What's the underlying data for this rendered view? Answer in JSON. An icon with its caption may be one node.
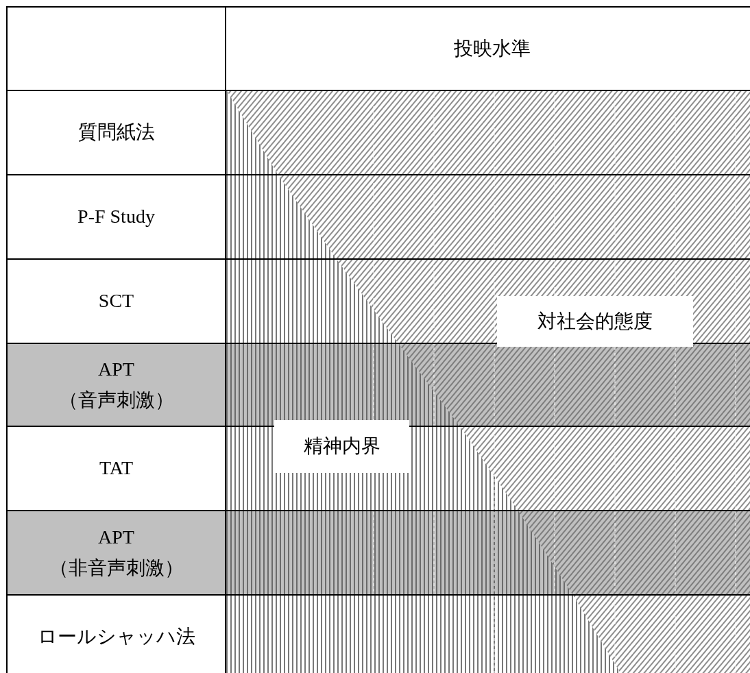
{
  "diagram": {
    "nodes": [
      {
        "text": [],
        "shape": "box"
      },
      {
        "text": [
          "投映水準"
        ]
      },
      {
        "text": [
          "質問紙法"
        ]
      },
      {
        "text": [
          "P-F Study"
        ]
      },
      {
        "text": [
          "SCT"
        ]
      },
      {
        "text": [
          "APT",
          "（音声刺激）"
        ]
      },
      {
        "text": [
          "TAT"
        ]
      },
      {
        "text": [
          "APT",
          "（非音声刺激）"
        ]
      },
      {
        "text": [
          "ロールシャッハ法"
        ]
      },
      {
        "text": [
          "対社会的態度"
        ]
      },
      {
        "text": [
          "精神内界"
        ]
      }
    ]
  }
}
